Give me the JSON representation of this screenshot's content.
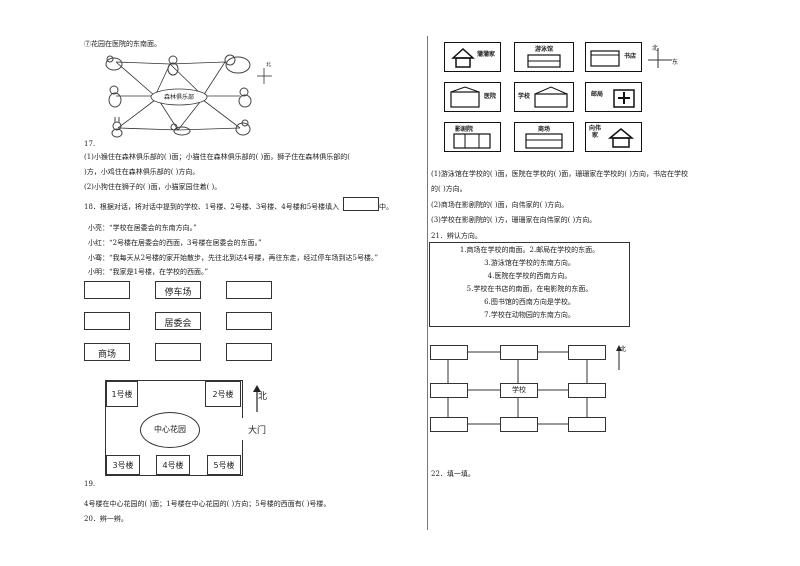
{
  "left": {
    "q16_tail": "⑦花园在医院的东南面。",
    "club_label": "森林俱乐部",
    "q17_num": "17.",
    "q17_line1": "(1)小猴住在森林俱乐部的(          )面；小猫住在森林俱乐部的(          )面，狮子住在森林俱乐部的(",
    "q17_line2": ")方，小鸡住在森林俱乐部的(          )方向。",
    "q17_line3": "(2)小狗住在狮子的(          )面，小猫家园住着(          )。",
    "q18_intro": "18．根据对话，将对话中提到的学校、1号楼、2号楼、3号楼、4号楼和5号楼填入",
    "q18_intro_end": "中。",
    "q18_d1": "小亮：“学校在居委会的东南方向。”",
    "q18_d2": "小红：“2号楼在居委会的西面，3号楼在居委会的东面。”",
    "q18_d3": "小骞：“我每天从2号楼的家开始散步，先往北到达4号楼，再往东走，经过停车场到达5号楼。”",
    "q18_d4": "小明：“我家是1号楼，在学校的西面。”",
    "grid_labels": [
      "停车场",
      "居委会",
      "商场"
    ],
    "b1": "1号楼",
    "b2": "2号楼",
    "b3": "3号楼",
    "b4": "4号楼",
    "b5": "5号楼",
    "garden": "中心花园",
    "gate": "大门",
    "north": "北",
    "q19_num": "19.",
    "q19_text": "4号楼在中心花园的(          )面；1号楼在中心花园的(          )方向；5号楼的西面有(          )号楼。",
    "q20": "20．辨一辨。"
  },
  "right": {
    "pics": [
      {
        "text": "蒲蒲家",
        "icon": "house-icon"
      },
      {
        "text": "游泳馆",
        "icon": "pool-icon"
      },
      {
        "text": "书店",
        "icon": "bookstore-icon"
      },
      {
        "text": "医院",
        "icon": "hospital-icon"
      },
      {
        "text": "学校",
        "icon": "school-icon"
      },
      {
        "text": "邮局",
        "icon": "post-office-icon"
      },
      {
        "text": "影剧院",
        "icon": "cinema-icon"
      },
      {
        "text": "商场",
        "icon": "mall-icon"
      },
      {
        "text": "向伟家",
        "icon": "house-icon"
      }
    ],
    "north": "北",
    "east": "东",
    "q20_l1": "(1)游泳馆在学校的(          )面，医院在学校的(          )面，珊珊家在学校的(          )方向，书店在学校",
    "q20_l2": "的(          )方向。",
    "q20_l3": "(2)商场在影剧院的(          )面，向伟家的(          )方向。",
    "q20_l4": "(3)学校在影剧院的(          )方，珊珊家在向伟家的(          )方向。",
    "q21": "21．辨认方向。",
    "q21_lines": [
      "1.商场在学校的南面。2.邮局在学校的东面。",
      "3.游泳馆在学校的东南方向。",
      "4.医院在学校的西南方向。",
      "5.学校在书店的南面，在电影院的东面。",
      "6.图书馆的西南方向是学校。",
      "7.学校在动物园的东南方向。"
    ],
    "school": "学校",
    "q22": "22．填一填。"
  }
}
